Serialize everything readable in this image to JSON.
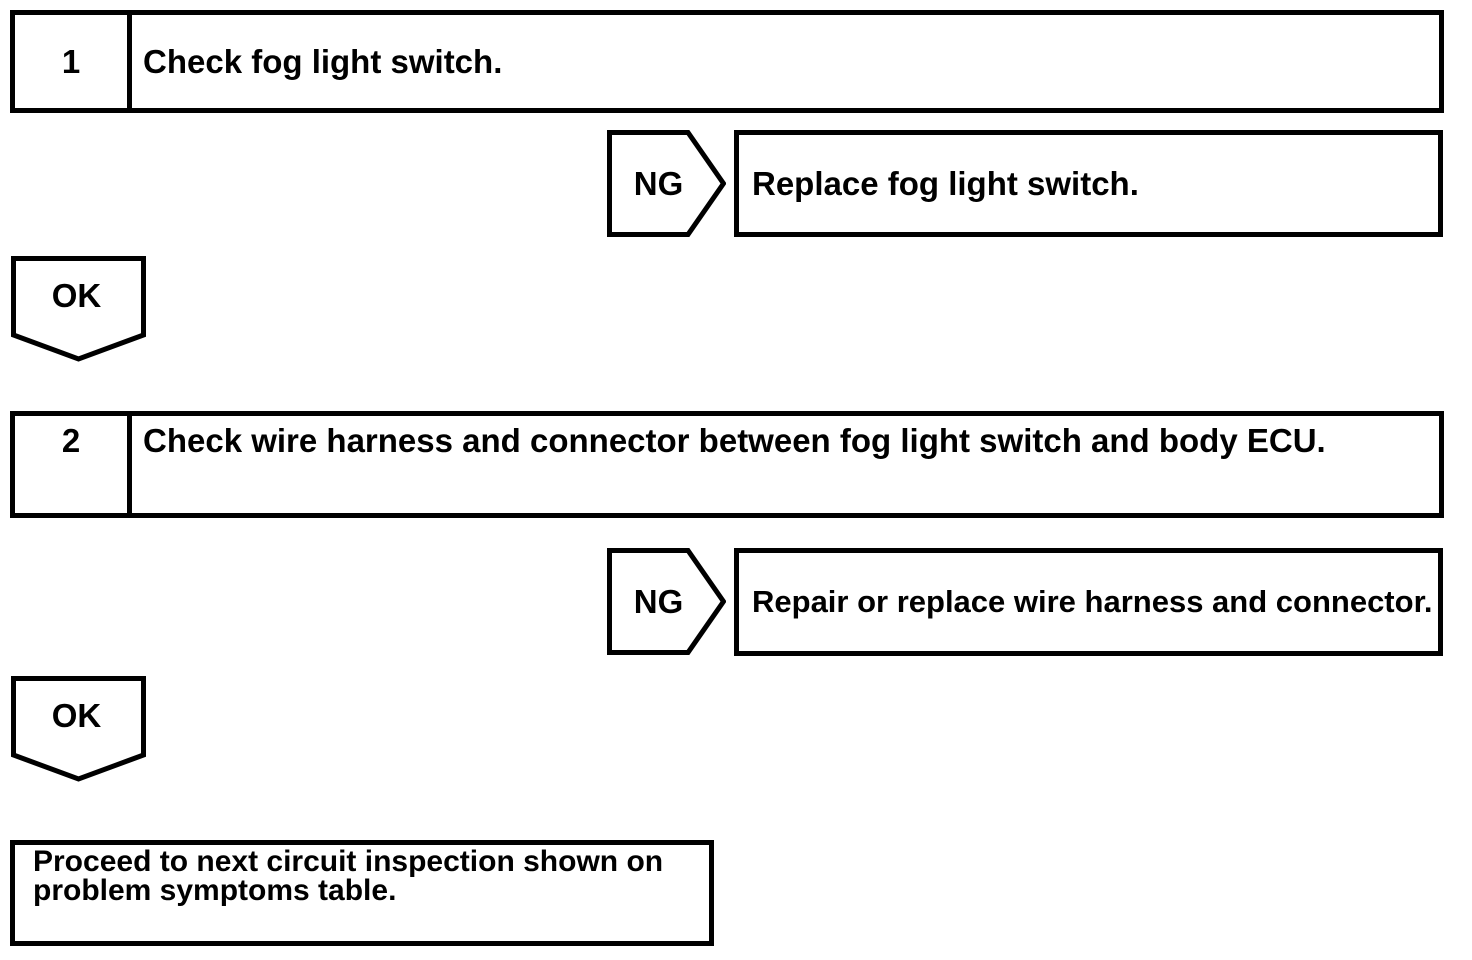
{
  "flowchart": {
    "steps": [
      {
        "number": "1",
        "instruction": "Check fog light switch.",
        "ng_label": "NG",
        "ng_action": "Replace fog light switch.",
        "ok_label": "OK"
      },
      {
        "number": "2",
        "instruction": "Check wire harness and connector between fog light switch and body ECU.",
        "ng_label": "NG",
        "ng_action": "Repair or replace wire harness and connector.",
        "ok_label": "OK"
      }
    ],
    "conclusion": "Proceed to next circuit inspection shown on problem symptoms table."
  },
  "colors": {
    "line": "#000000",
    "background": "#ffffff",
    "text": "#000000"
  },
  "icons": {
    "ng_shape": "ng-arrow-right-pentagon",
    "ok_shape": "ok-arrow-down-pentagon"
  }
}
